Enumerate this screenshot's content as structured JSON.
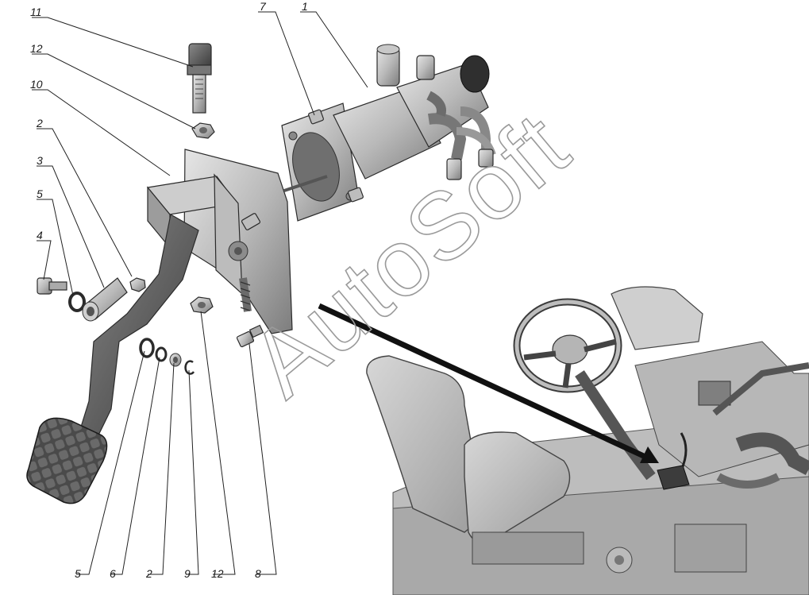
{
  "watermark": "AutoSoft",
  "callouts": {
    "top_11": "11",
    "top_12": "12",
    "top_10": "10",
    "top_2": "2",
    "top_3": "3",
    "top_5": "5",
    "top_4": "4",
    "top_7": "7",
    "top_1": "1",
    "bottom_5": "5",
    "bottom_6": "6",
    "bottom_2": "2",
    "bottom_9": "9",
    "bottom_12": "12",
    "bottom_8": "8"
  }
}
